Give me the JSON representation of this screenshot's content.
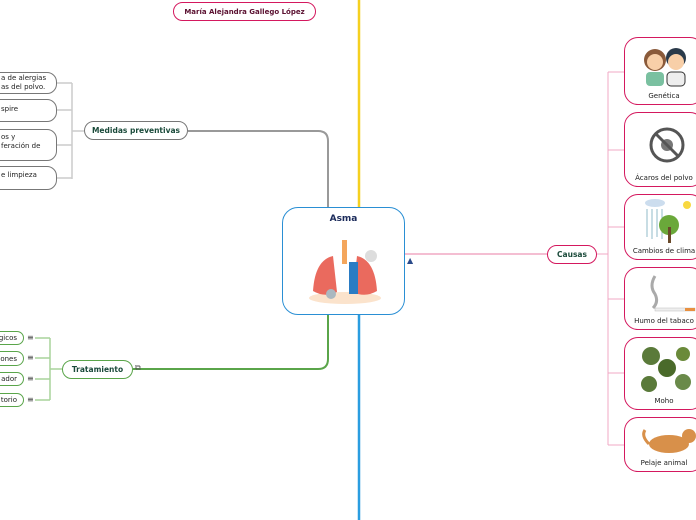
{
  "author": "María Alejandra Gallego López",
  "central": {
    "title": "Asma",
    "icon": "lungs-inhaler-image"
  },
  "preventivas": {
    "label": "Medidas preventivas",
    "children": [
      {
        "text": "a de alergias\nas del polvo."
      },
      {
        "text": "spire"
      },
      {
        "text": "os y\nferación de"
      },
      {
        "text": "e limpieza"
      }
    ]
  },
  "tratamiento": {
    "label": "Tratamiento",
    "link_icon": "external-link-icon",
    "children": [
      {
        "text": "gicos"
      },
      {
        "text": "iones"
      },
      {
        "text": "ador"
      },
      {
        "text": "torio"
      }
    ],
    "note_icon": "notes-icon"
  },
  "causas": {
    "label": "Causas",
    "children": [
      {
        "label": "Genética",
        "icon": "family-icon"
      },
      {
        "label": "Ácaros del polvo",
        "icon": "no-mites-icon"
      },
      {
        "label": "Cambios de clima",
        "icon": "weather-tree-icon"
      },
      {
        "label": "Humo del tabaco",
        "icon": "cigarette-icon"
      },
      {
        "label": "Moho",
        "icon": "mold-icon"
      },
      {
        "label": "Pelaje animal",
        "icon": "cat-icon"
      }
    ]
  },
  "colors": {
    "preventivas": "#777777",
    "tratamiento": "#5aa54a",
    "causas": "#d4185e",
    "central": "#2a8fd4",
    "yellow": "#f5d020",
    "blue": "#2a9de0"
  }
}
